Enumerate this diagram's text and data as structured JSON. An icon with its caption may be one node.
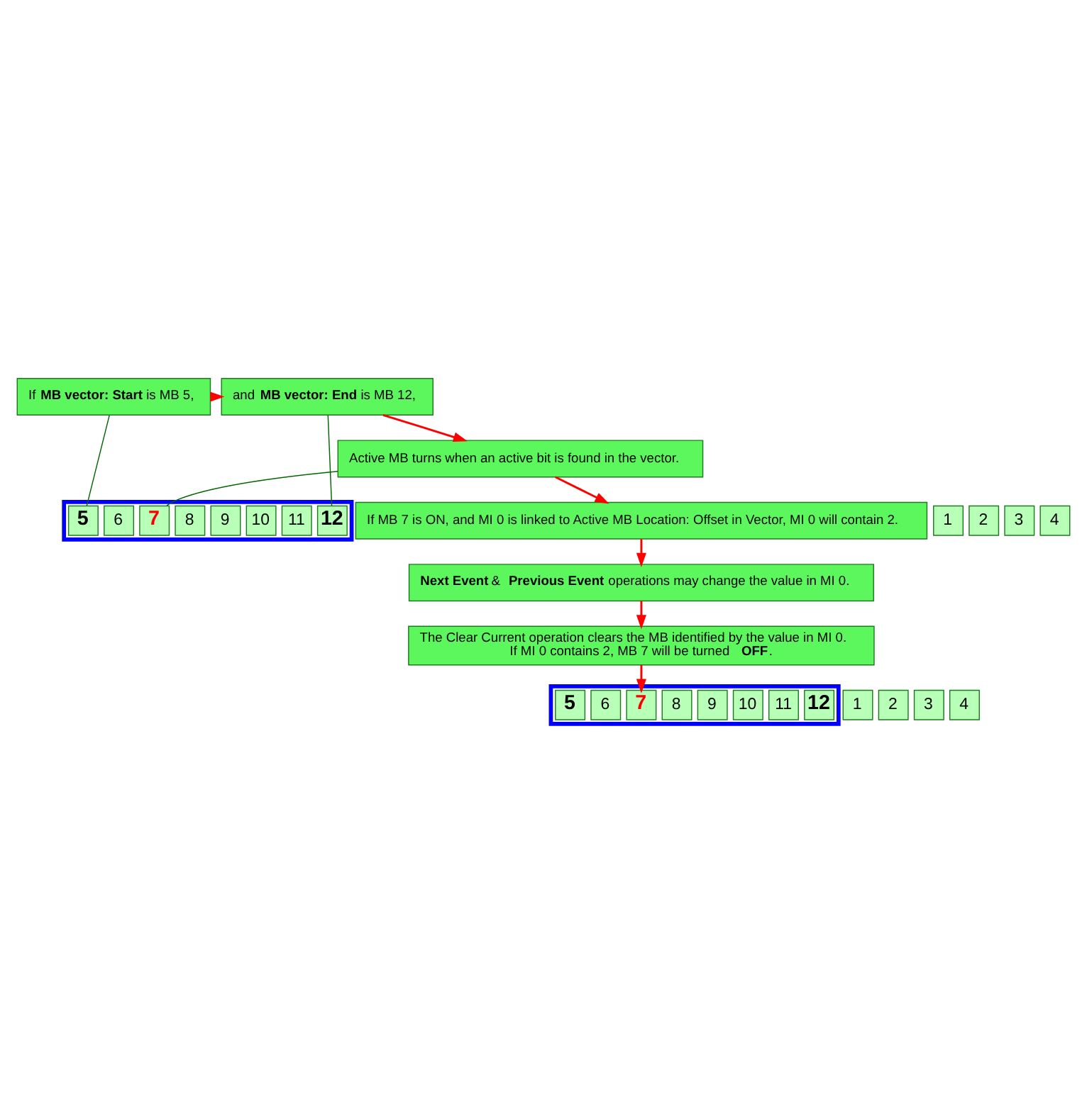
{
  "diagram": {
    "nodes": [
      {
        "text": [
          "If **MB vector: Start** is MB 5,"
        ]
      },
      {
        "text": [
          "and **MB vector: End** is MB 12,"
        ]
      },
      {
        "text": [
          "1"
        ]
      },
      {
        "text": [
          "2"
        ]
      },
      {
        "text": [
          "3"
        ]
      },
      {
        "text": [
          "4"
        ]
      },
      {
        "text": [],
        "shape": "box"
      },
      {
        "text": [
          "5"
        ],
        "in": 6
      },
      {
        "text": [
          "6"
        ],
        "in": 6
      },
      {
        "text": [
          "7"
        ],
        "in": 6
      },
      {
        "text": [
          "8"
        ],
        "in": 6
      },
      {
        "text": [
          "9"
        ],
        "in": 6
      },
      {
        "text": [
          "10"
        ],
        "in": 6
      },
      {
        "text": [
          "11"
        ],
        "in": 6
      },
      {
        "text": [
          "12"
        ],
        "in": 6
      },
      {
        "text": [
          "Active MB turns when an active bit is found in the vector."
        ]
      },
      {
        "text": [
          "If MB 7 is ON, and MI 0 is linked to Active MB Location: Offset in Vector, MI 0 will contain 2."
        ]
      },
      {
        "text": [
          "**Next Event** & **Previous Event** operations may change the value in MI 0."
        ]
      },
      {
        "text": [
          "The Clear Current operation clears the MB identified by the value in MI 0.",
          "If MI 0 contains 2, MB 7 will be turned **OFF**."
        ]
      },
      {
        "text": [
          "1"
        ]
      },
      {
        "text": [
          "2"
        ]
      },
      {
        "text": [
          "3"
        ]
      },
      {
        "text": [
          "4"
        ]
      },
      {
        "text": [],
        "shape": "box"
      },
      {
        "text": [
          "5"
        ],
        "in": 23
      },
      {
        "text": [
          "6"
        ],
        "in": 23
      },
      {
        "text": [
          "7"
        ],
        "in": 23
      },
      {
        "text": [
          "8"
        ],
        "in": 23
      },
      {
        "text": [
          "9"
        ],
        "in": 23
      },
      {
        "text": [
          "10"
        ],
        "in": 23
      },
      {
        "text": [
          "11"
        ],
        "in": 23
      },
      {
        "text": [
          "12"
        ],
        "in": 23
      }
    ],
    "edges": [
      {
        "from": 0,
        "to": 1,
        "arrow": "to"
      },
      {
        "from": 0,
        "to": 7,
        "arrow": "none",
        "color": "#006600"
      },
      {
        "from": 1,
        "to": 14,
        "arrow": "none",
        "color": "#006600"
      },
      {
        "from": 15,
        "to": 9,
        "arrow": "none",
        "color": "#006600"
      },
      {
        "from": 1,
        "to": 15,
        "arrow": "to"
      },
      {
        "from": 15,
        "to": 16,
        "arrow": "to"
      },
      {
        "from": 16,
        "to": 17,
        "arrow": "to"
      },
      {
        "from": 17,
        "to": 18,
        "arrow": "to"
      },
      {
        "from": 18,
        "to": 26,
        "arrow": "to"
      }
    ]
  }
}
